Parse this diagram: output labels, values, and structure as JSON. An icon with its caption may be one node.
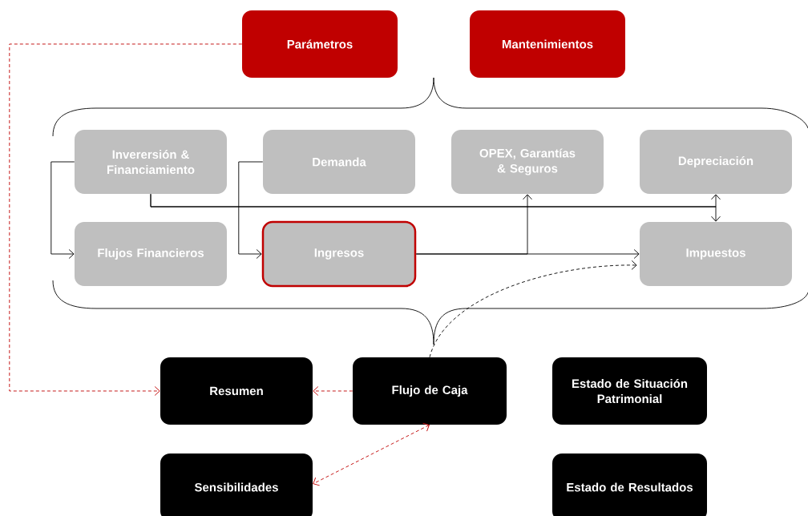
{
  "diagram": {
    "nodes": [
      {
        "text": [
          "Parámetros"
        ]
      },
      {
        "text": [
          "Mantenimientos"
        ]
      },
      {
        "text": [
          "Inverersión & Financiamiento"
        ]
      },
      {
        "text": [
          "Demanda"
        ]
      },
      {
        "text": [
          "OPEX, Garantías & Seguros"
        ]
      },
      {
        "text": [
          "Depreciación"
        ]
      },
      {
        "text": [
          "Flujos Financieros"
        ]
      },
      {
        "text": [
          "Ingresos"
        ]
      },
      {
        "text": [
          "Impuestos"
        ]
      },
      {
        "text": [
          "Resumen"
        ]
      },
      {
        "text": [
          "Flujo de Caja"
        ]
      },
      {
        "text": [
          "Estado de Situación Patrimonial"
        ]
      },
      {
        "text": [
          "Sensibilidades"
        ]
      },
      {
        "text": [
          "Estado de Resultados"
        ]
      }
    ],
    "edges": [
      {
        "from": 2,
        "to": 6,
        "arrow": "to"
      },
      {
        "from": 3,
        "to": 7,
        "arrow": "to"
      },
      {
        "from": 2,
        "to": 5,
        "arrow": "to"
      },
      {
        "from": 2,
        "to": 8,
        "arrow": "to"
      },
      {
        "from": 7,
        "to": 4,
        "arrow": "to"
      },
      {
        "from": 7,
        "to": 8,
        "arrow": "to"
      },
      {
        "from": 10,
        "to": 8,
        "arrow": "to",
        "style": "dashed"
      },
      {
        "from": 0,
        "to": 9,
        "arrow": "to",
        "style": "dashed",
        "color": "#c00000"
      },
      {
        "from": 10,
        "to": 9,
        "arrow": "to",
        "style": "dashed",
        "color": "#c00000"
      },
      {
        "from": 10,
        "to": 12,
        "arrow": "both",
        "style": "dashed",
        "color": "#c00000"
      }
    ]
  }
}
